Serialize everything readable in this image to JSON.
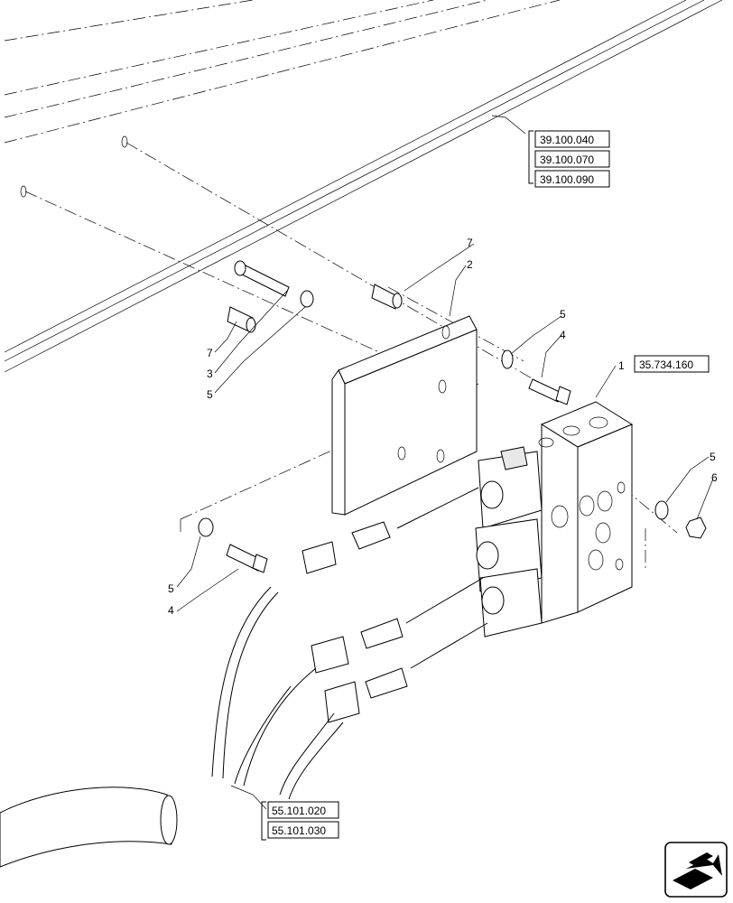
{
  "callouts": {
    "c1": "1",
    "c2": "2",
    "c3": "3",
    "c4a": "4",
    "c4b": "4",
    "c5a": "5",
    "c5b": "5",
    "c5c": "5",
    "c5d": "5",
    "c6": "6",
    "c7a": "7",
    "c7b": "7"
  },
  "references": {
    "frame_top": [
      "39.100.040",
      "39.100.070",
      "39.100.090"
    ],
    "valve": "35.734.160",
    "harness": [
      "55.101.020",
      "55.101.030"
    ]
  },
  "nav_icon": "next-page-arrow-icon"
}
